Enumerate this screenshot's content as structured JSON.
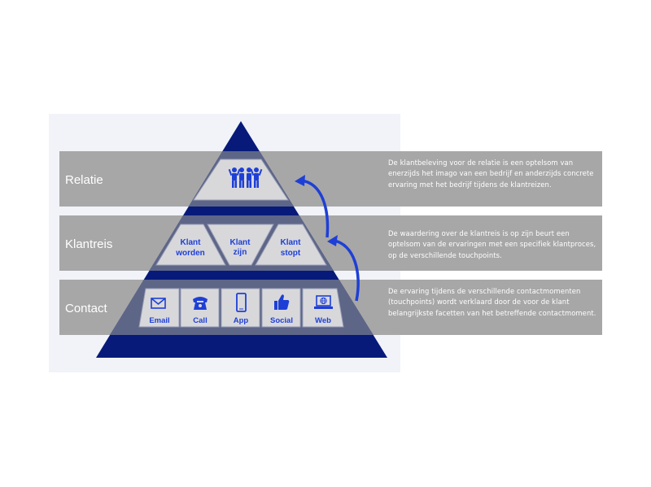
{
  "levels": [
    {
      "label": "Relatie",
      "description": "De klantbeleving voor de relatie is een optelsom van enerzijds het imago van een bedrijf en anderzijds concrete ervaring met het bedrijf tijdens de klantreizen."
    },
    {
      "label": "Klantreis",
      "description": "De waardering over de klantreis is op zijn beurt een optelsom van de ervaringen met een specifiek klantproces, op de verschillende touchpoints."
    },
    {
      "label": "Contact",
      "description": "De ervaring tijdens de verschillende contactmomenten (touchpoints) wordt verklaard door de voor de klant belangrijkste facetten van het betreffende contactmoment."
    }
  ],
  "journey": [
    {
      "line1": "Klant",
      "line2": "worden"
    },
    {
      "line1": "Klant",
      "line2": "zijn"
    },
    {
      "line1": "Klant",
      "line2": "stopt"
    }
  ],
  "channels": [
    {
      "label": "Email",
      "icon": "envelope-icon"
    },
    {
      "label": "Call",
      "icon": "telephone-icon"
    },
    {
      "label": "App",
      "icon": "smartphone-icon"
    },
    {
      "label": "Social",
      "icon": "thumbs-up-icon"
    },
    {
      "label": "Web",
      "icon": "laptop-globe-icon"
    }
  ],
  "colors": {
    "navy": "#071a7a",
    "slate": "#5e6688",
    "band_gray": "#a7a7a7",
    "cell": "#d8d8db",
    "accent": "#1e3fd6"
  }
}
